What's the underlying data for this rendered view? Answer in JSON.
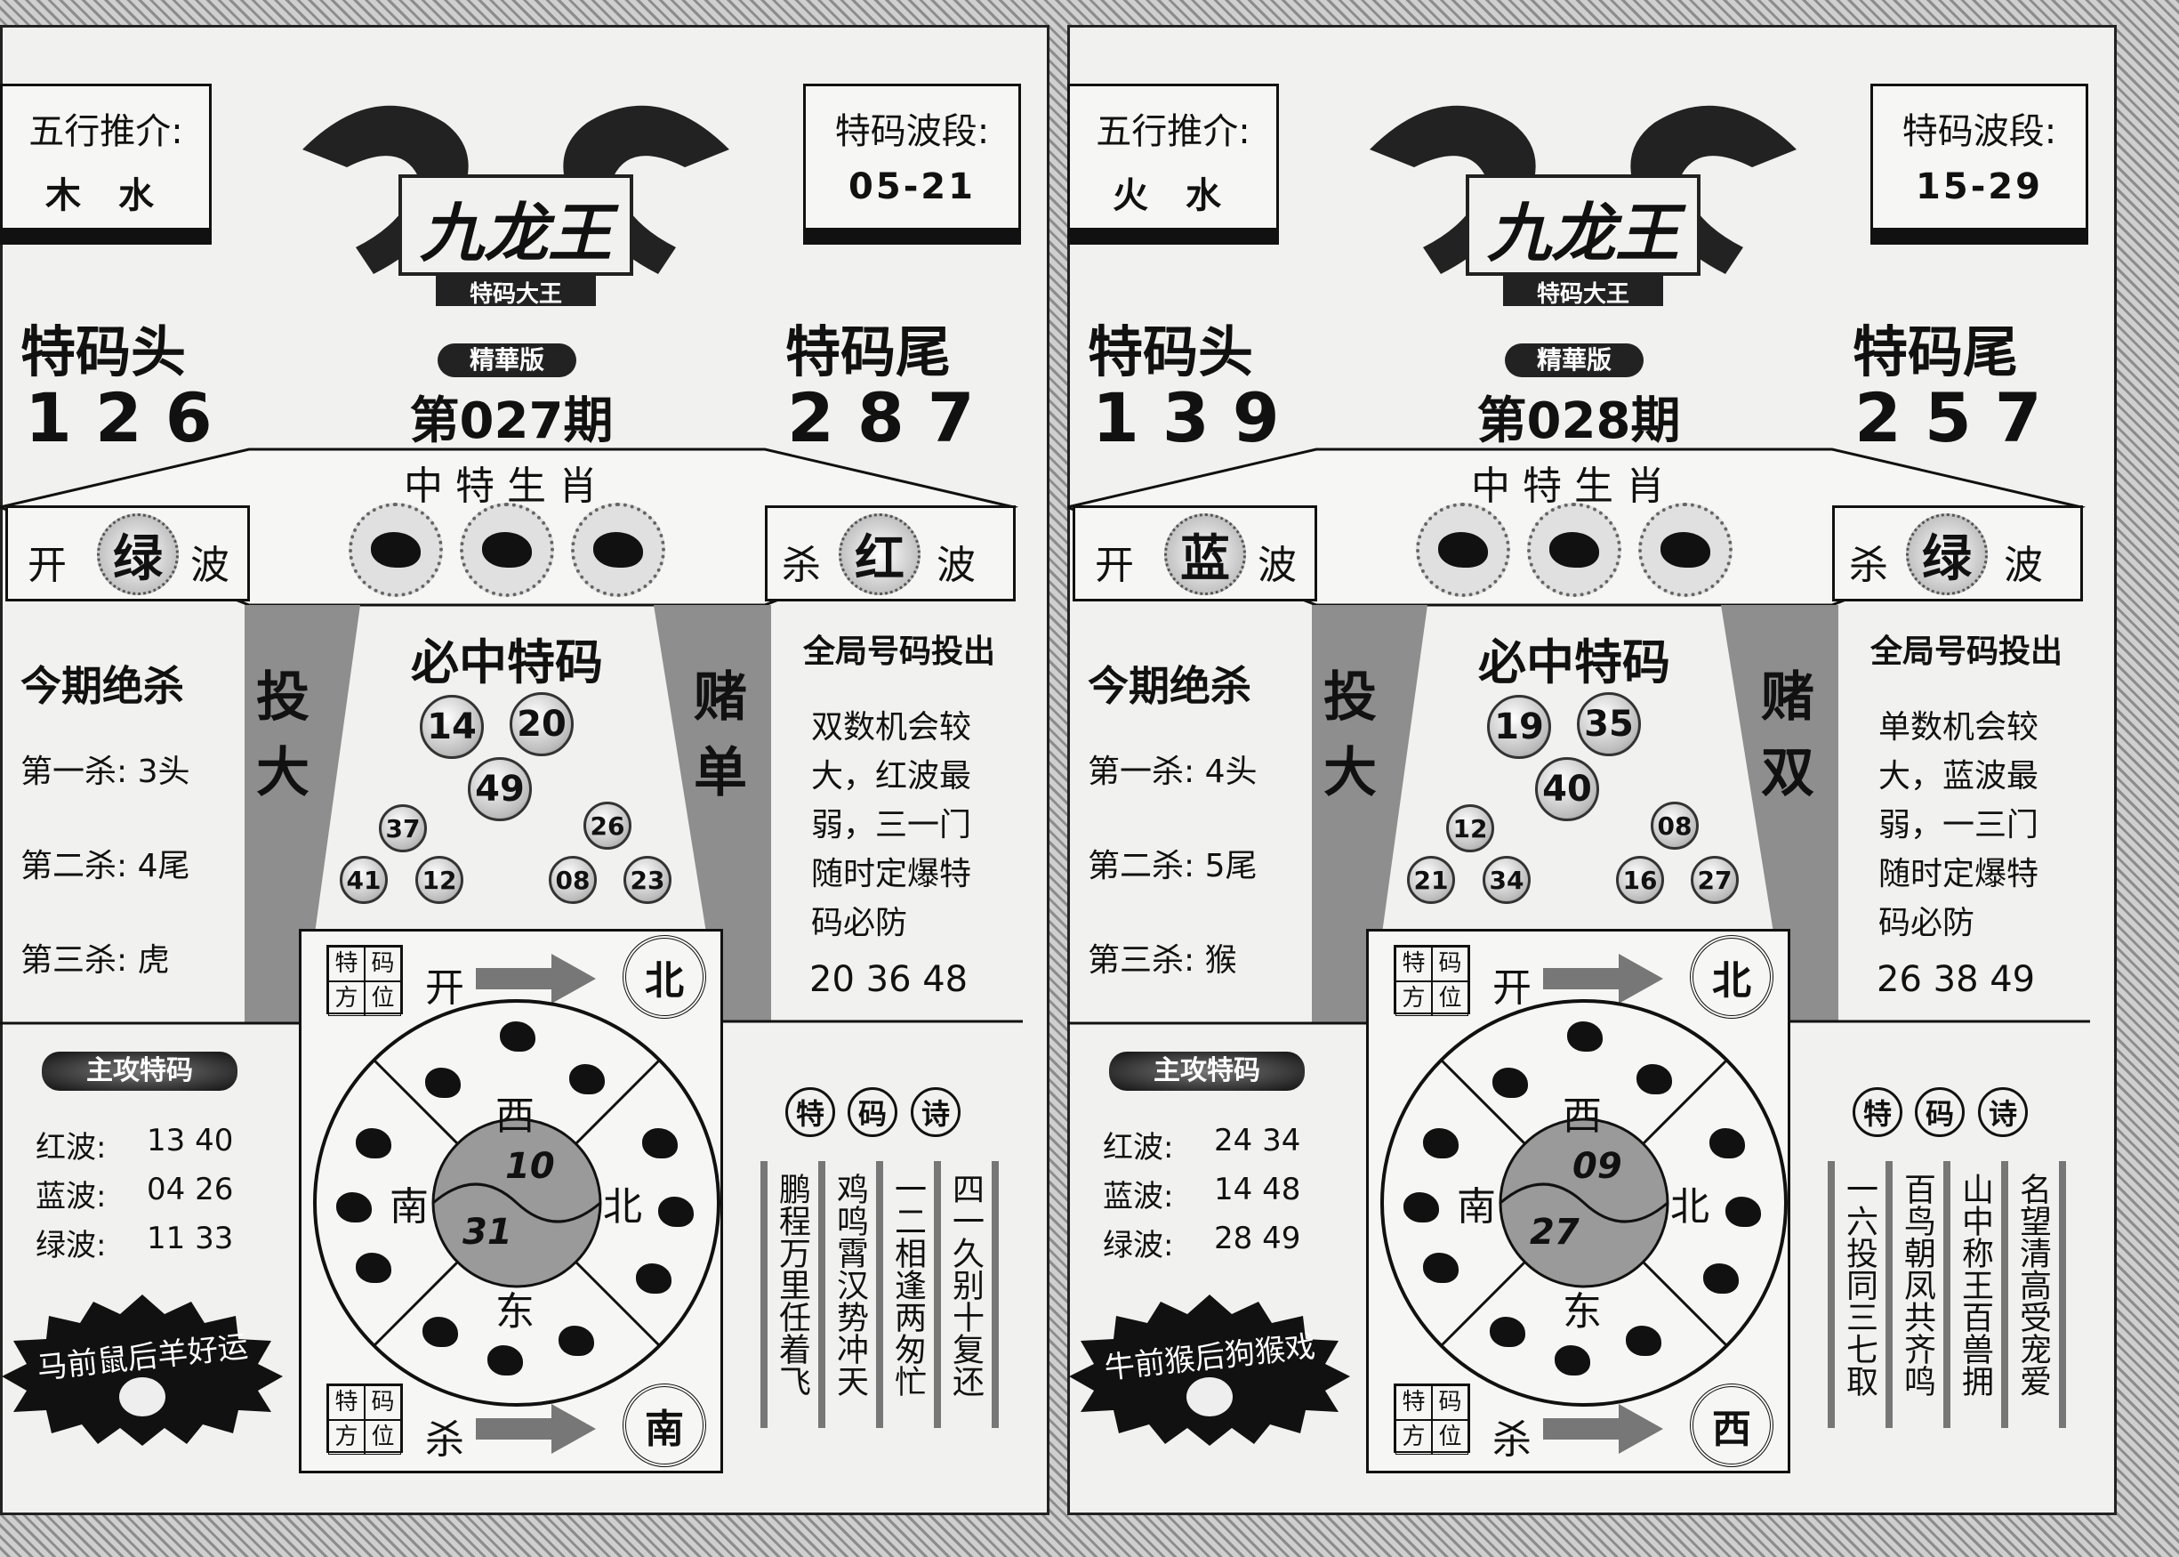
{
  "common": {
    "wuxing_title": "五行推介:",
    "boduan_title": "特码波段:",
    "logo_title": "九龙王",
    "logo_sub": "特码大王",
    "edition": "精華版",
    "tou_label": "特码头",
    "wei_label": "特码尾",
    "zodiac_title": "中特生肖",
    "kai": "开",
    "sha": "杀",
    "bo": "波",
    "kill_title": "今期绝杀",
    "bizhong_title": "必中特码",
    "touda": [
      "投",
      "大"
    ],
    "quanju_title": "全局号码投出",
    "fangwei": [
      "特",
      "码",
      "方",
      "位"
    ],
    "compass": {
      "west": "西",
      "south": "南",
      "north": "北",
      "east": "东"
    },
    "zhugong_title": "主攻特码",
    "wave_labels": [
      "红波:",
      "蓝波:",
      "绿波:"
    ],
    "poem_title": [
      "特",
      "码",
      "诗"
    ]
  },
  "panels": [
    {
      "wuxing": "木 水",
      "boduan": "05-21",
      "issue": "第027期",
      "tou": "126",
      "wei": "287",
      "kai_color": "绿",
      "sha_color": "红",
      "kills": [
        "第一杀: 3头",
        "第二杀: 4尾",
        "第三杀: 虎"
      ],
      "du": [
        "赌",
        "单"
      ],
      "big_balls": [
        "14",
        "20",
        "49"
      ],
      "small_balls": [
        "37",
        "26",
        "41",
        "12",
        "08",
        "23"
      ],
      "quanju_lines": [
        "双数机会较",
        "大，红波最",
        "弱，三一门",
        "随时定爆特",
        "码必防"
      ],
      "quanju_numbers": "20 36 48",
      "yin_yang": [
        "10",
        "31"
      ],
      "kai_dir": "北",
      "sha_dir": "南",
      "waves": [
        "13 40",
        "04 26",
        "11 33"
      ],
      "banner": "马前鼠后羊好运",
      "poem": [
        "四一久别十复还",
        "一二相逢两匆忙",
        "鸡鸣霄汉势冲天",
        "鹏程万里任着飞"
      ]
    },
    {
      "wuxing": "火 水",
      "boduan": "15-29",
      "issue": "第028期",
      "tou": "139",
      "wei": "257",
      "kai_color": "蓝",
      "sha_color": "绿",
      "kills": [
        "第一杀: 4头",
        "第二杀: 5尾",
        "第三杀: 猴"
      ],
      "du": [
        "赌",
        "双"
      ],
      "big_balls": [
        "19",
        "35",
        "40"
      ],
      "small_balls": [
        "12",
        "08",
        "21",
        "34",
        "16",
        "27"
      ],
      "quanju_lines": [
        "单数机会较",
        "大，蓝波最",
        "弱，一三门",
        "随时定爆特",
        "码必防"
      ],
      "quanju_numbers": "26 38 49",
      "yin_yang": [
        "09",
        "27"
      ],
      "kai_dir": "北",
      "sha_dir": "西",
      "waves": [
        "24 34",
        "14 48",
        "28 49"
      ],
      "banner": "牛前猴后狗猴戏",
      "poem": [
        "名望清高受宠爱",
        "山中称王百兽拥",
        "百鸟朝凤共齐鸣",
        "一六投同三七取"
      ]
    }
  ]
}
